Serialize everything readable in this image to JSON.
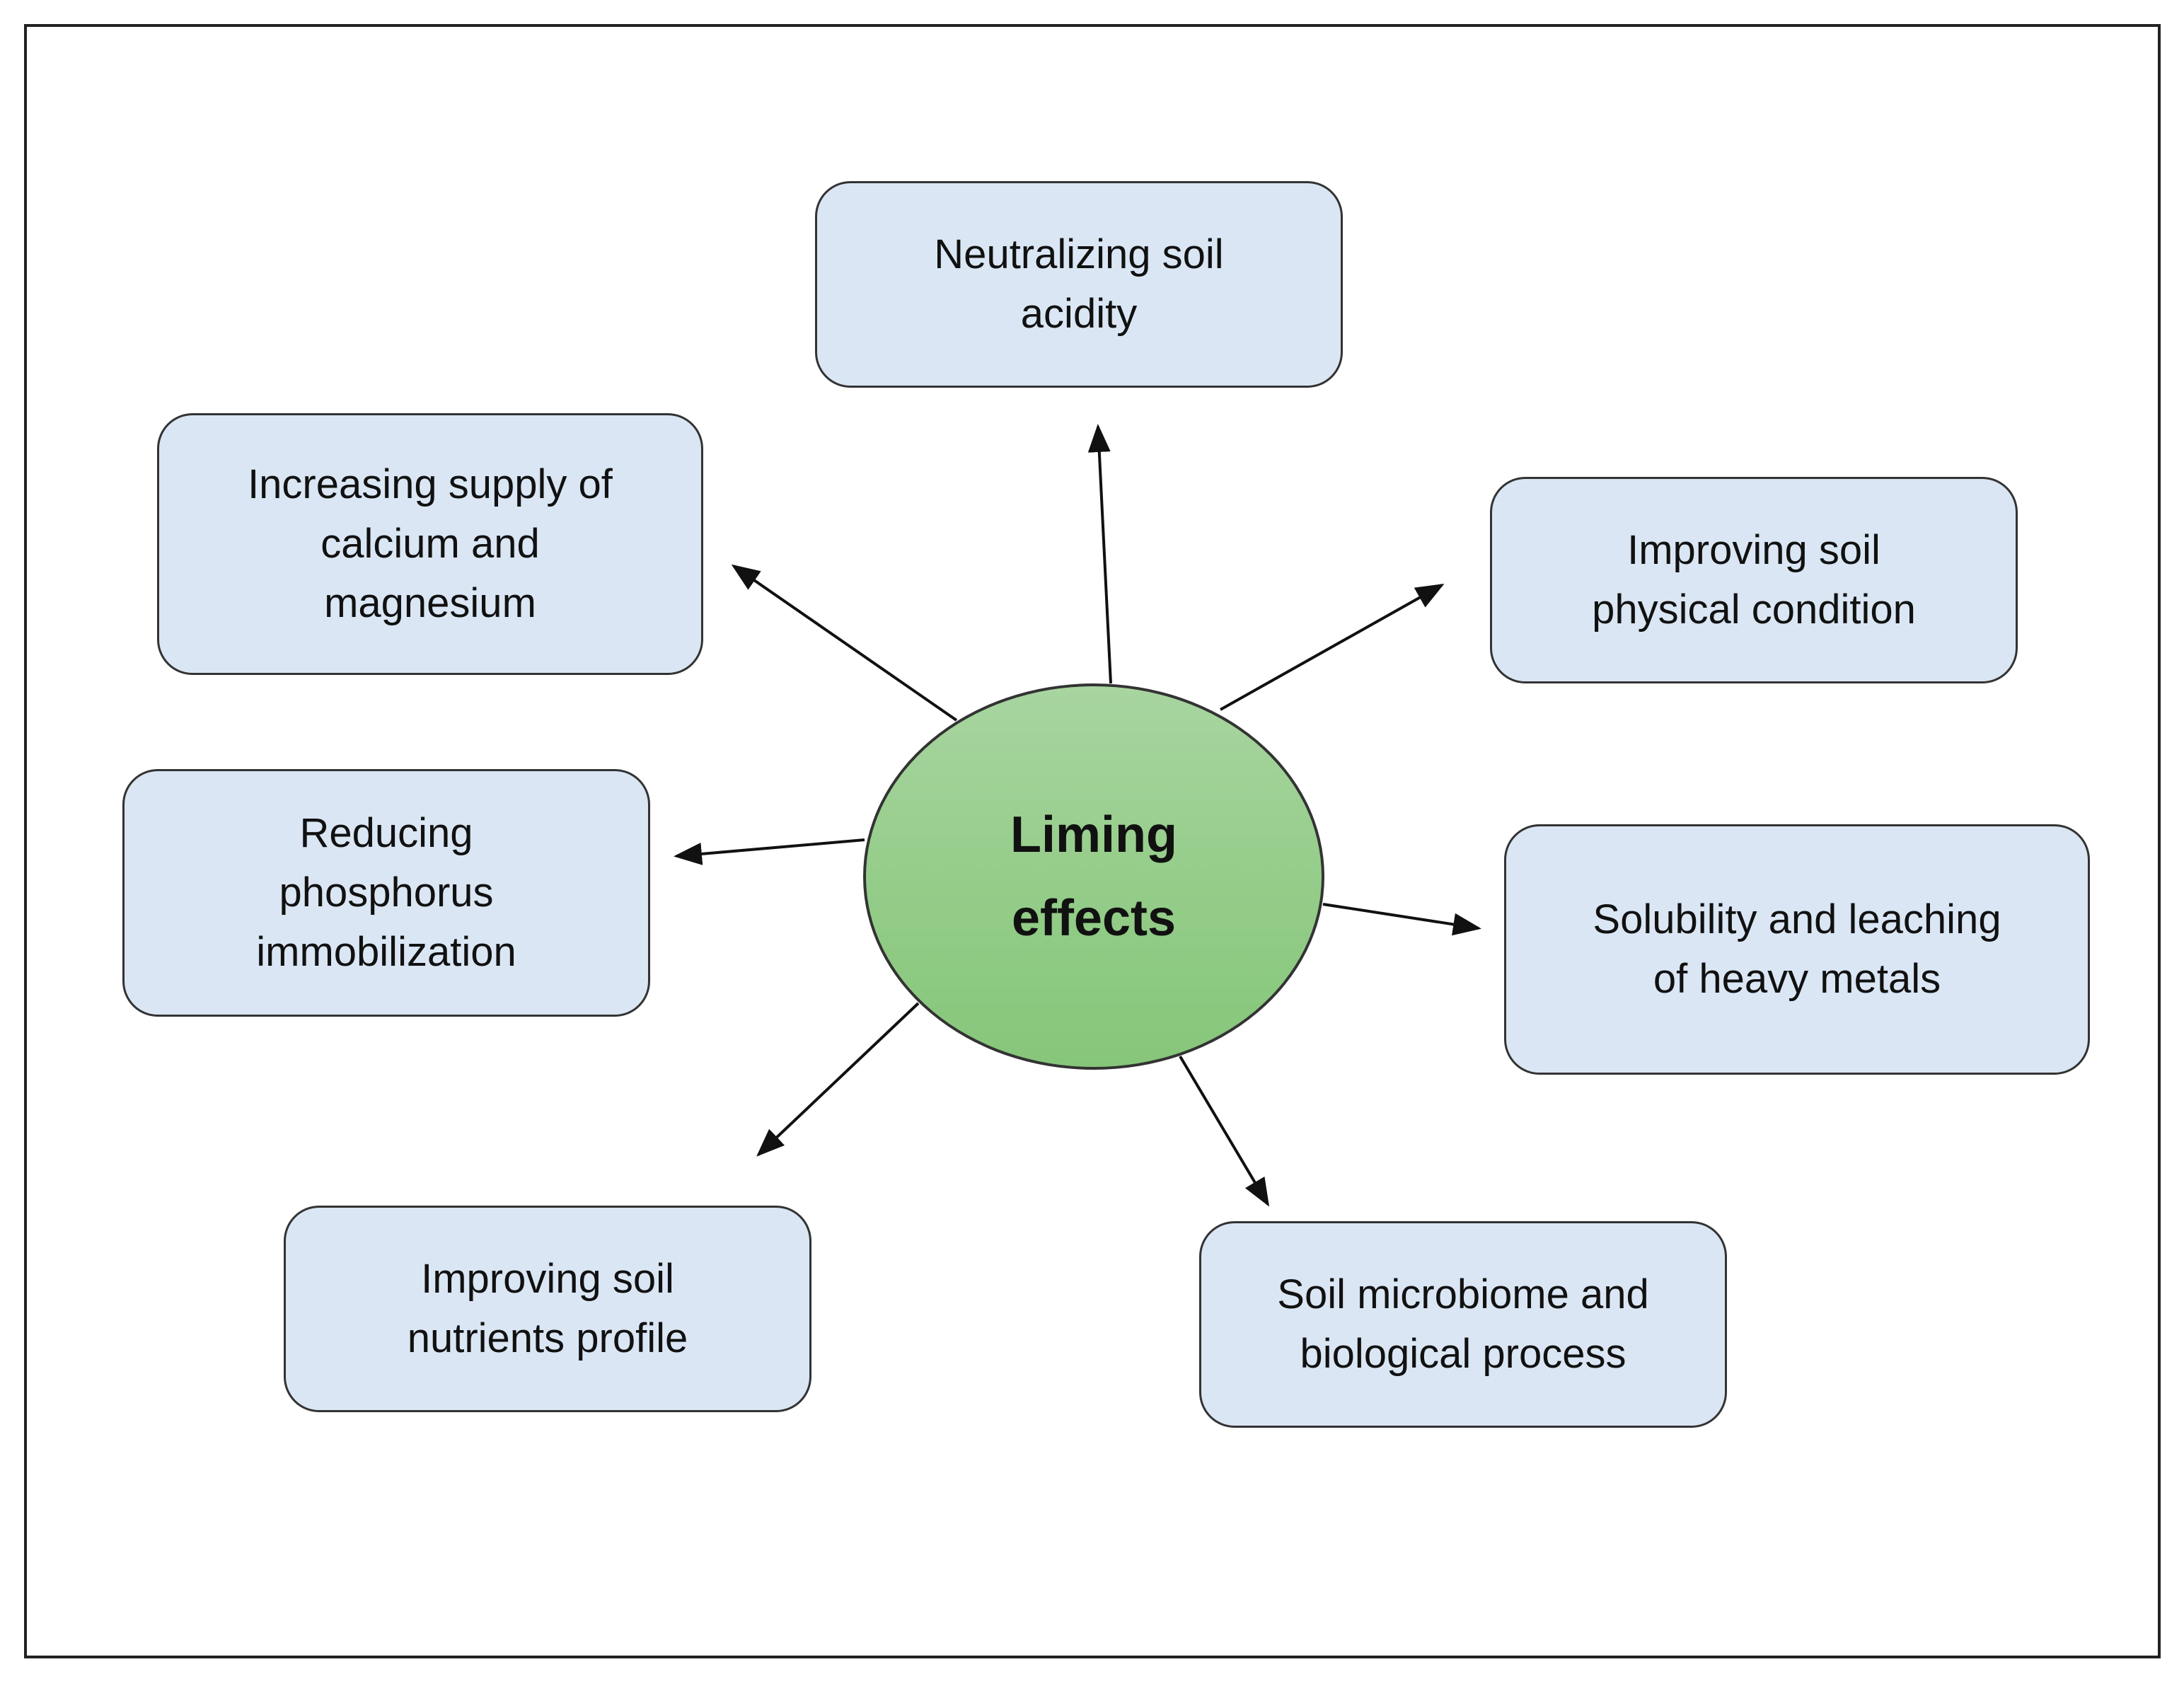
{
  "diagram": {
    "center": {
      "label": "Liming\neffects"
    },
    "effects": [
      {
        "id": "neutralizing",
        "label": "Neutralizing soil\nacidity"
      },
      {
        "id": "physical",
        "label": "Improving soil\nphysical condition"
      },
      {
        "id": "heavy-metals",
        "label": "Solubility and leaching\nof heavy metals"
      },
      {
        "id": "microbiome",
        "label": "Soil microbiome and\nbiological process"
      },
      {
        "id": "nutrients",
        "label": "Improving soil\nnutrients profile"
      },
      {
        "id": "phosphorus",
        "label": "Reducing\nphosphorus\nimmobilization"
      },
      {
        "id": "calcium",
        "label": "Increasing supply of\ncalcium and\nmagnesium"
      }
    ],
    "colors": {
      "box_fill": "#dae6f4",
      "center_fill": "#95cd8a",
      "stroke": "#333333"
    }
  }
}
